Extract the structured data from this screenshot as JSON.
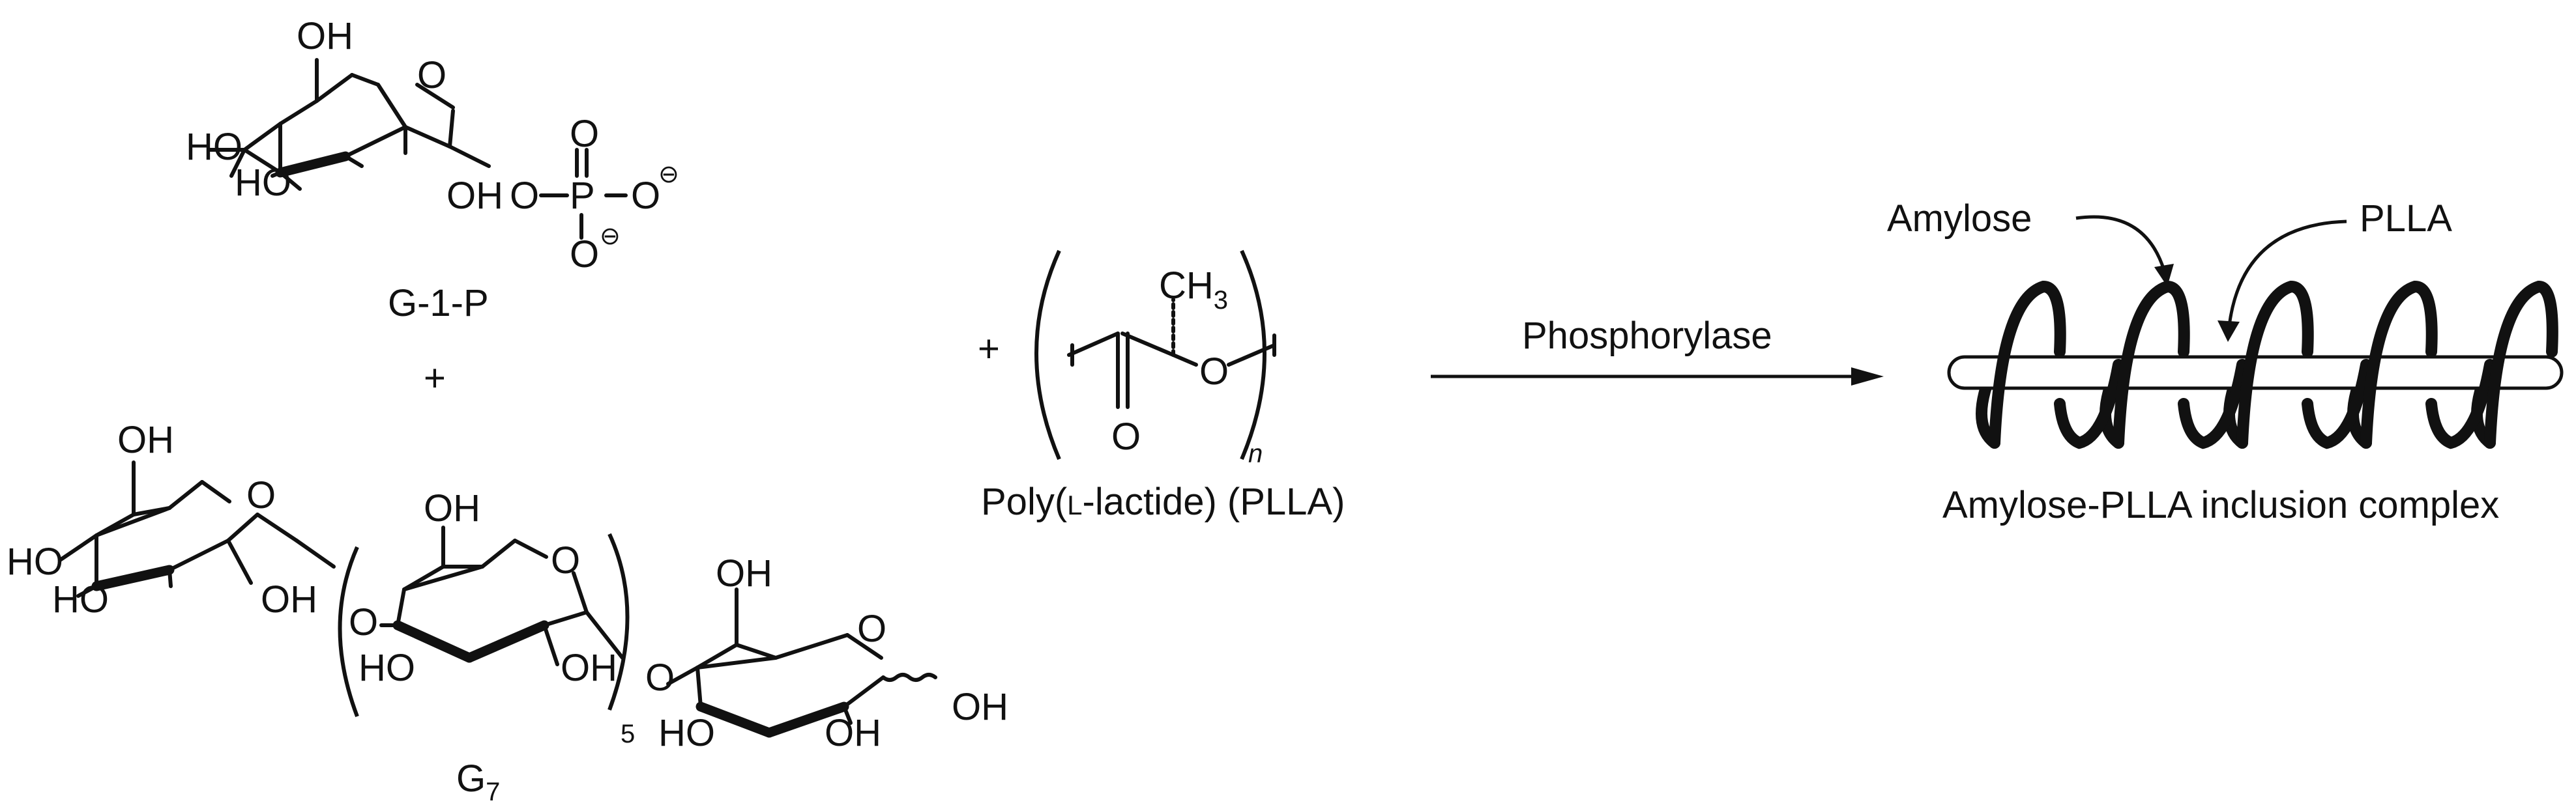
{
  "g1p": {
    "atoms": {
      "oh_top": "OH",
      "ring_o": "O",
      "ho_left": "HO",
      "ho_bottom": "HO",
      "oh_bottom": "OH",
      "o_link": "O",
      "p": "P",
      "o_top": "O",
      "o_right": "O",
      "o_bottom": "O",
      "charge": "⊖"
    },
    "label": "G-1-P"
  },
  "plus1": "+",
  "plus2": "+",
  "g7": {
    "unit1": {
      "oh_top": "OH",
      "ring_o": "O",
      "ho_left": "HO",
      "ho_bottom": "HO",
      "oh_bottom": "OH"
    },
    "unit2": {
      "oh_top": "OH",
      "ring_o": "O",
      "o_link": "O",
      "ho_bottom": "HO",
      "oh_bottom": "OH"
    },
    "repeat": "5",
    "unit3": {
      "o_link": "O",
      "oh_top": "OH",
      "ring_o": "O",
      "ho_bottom": "HO",
      "oh_bottom": "OH",
      "oh_right": "OH"
    },
    "label_main": "G",
    "label_sub": "7"
  },
  "plla": {
    "ch3_main": "CH",
    "ch3_sub": "3",
    "o_ether": "O",
    "o_carbonyl": "O",
    "n": "n",
    "label_part1": "Poly(",
    "label_small_l": "L",
    "label_part2": "-lactide) (PLLA)"
  },
  "reaction": {
    "enzyme": "Phosphorylase"
  },
  "complex": {
    "amylose_label": "Amylose",
    "plla_label": "PLLA",
    "caption": "Amylose-PLLA inclusion complex"
  }
}
